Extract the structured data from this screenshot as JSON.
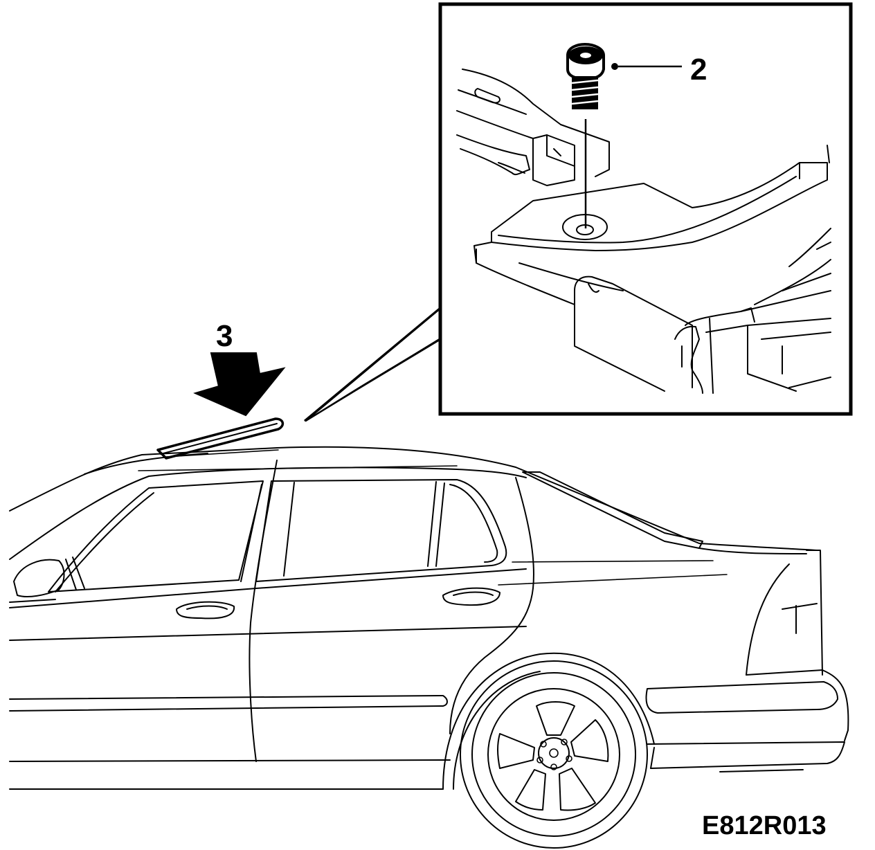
{
  "callouts": {
    "screw": "2",
    "arrow": "3"
  },
  "figure_code": "E812R013",
  "colors": {
    "ink": "#000000",
    "paper": "#ffffff"
  }
}
